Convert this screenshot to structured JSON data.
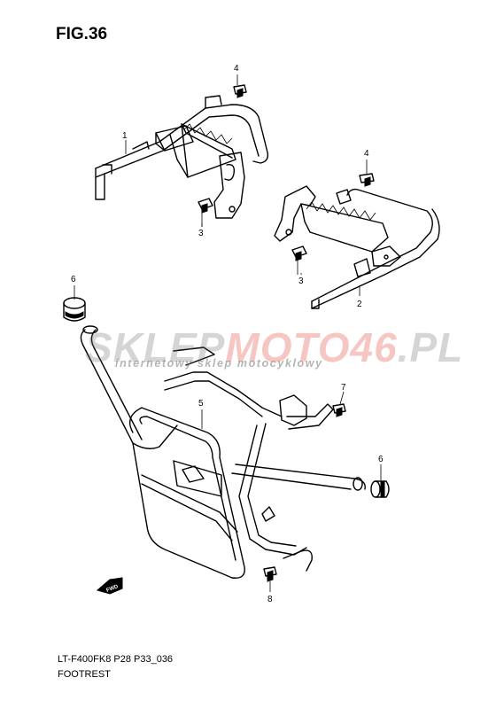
{
  "figure_title": "FIG.36",
  "watermark": {
    "logo_prefix": "SKLEP",
    "logo_highlight": "MOTO46",
    "logo_suffix": ".PL",
    "tagline": "internetowy sklep motocyklowy"
  },
  "callouts": [
    "1",
    "2",
    "3",
    "3",
    "4",
    "4",
    "5",
    "6",
    "6",
    "7",
    "8"
  ],
  "fwd_marker": "FWD",
  "footer": {
    "code": "LT-F400FK8 P28 P33_036",
    "name": "FOOTREST"
  }
}
